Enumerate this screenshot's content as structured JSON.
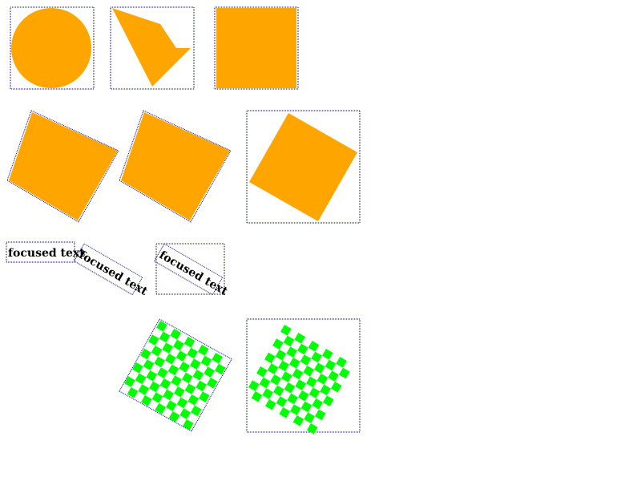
{
  "colors": {
    "shape_fill": "#FFA500",
    "checker_fill": "#00FF00",
    "focus_ring": "#000080",
    "background": "#FFFFFF"
  },
  "text_items": {
    "plain": "focused text",
    "rotated": "focused text",
    "rotated_in_box": "focused text"
  },
  "shapes": {
    "row1": [
      "circle",
      "polygon",
      "square"
    ],
    "row2": [
      "rotated-square",
      "rotated-square",
      "rotated-square-in-box"
    ],
    "row4": [
      "rotated-checkerboard",
      "rotated-checkerboard-in-box"
    ]
  }
}
